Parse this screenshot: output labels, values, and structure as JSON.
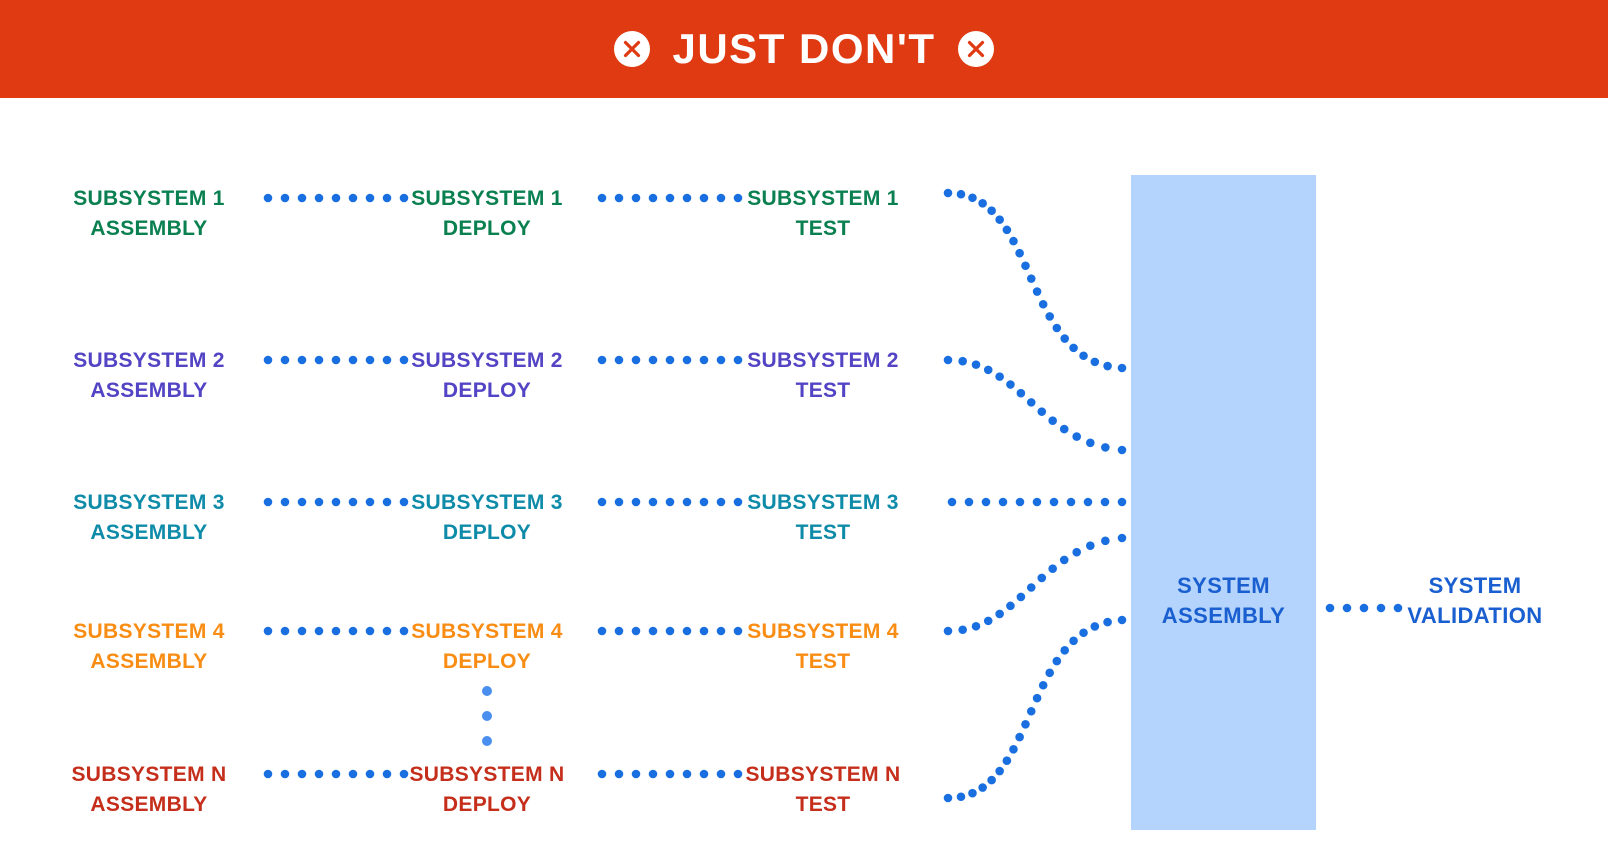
{
  "banner": {
    "title": "JUST DON'T",
    "left_icon": "circle-x-icon",
    "right_icon": "circle-x-icon",
    "background_color": "#e03a12",
    "text_color": "#ffffff"
  },
  "diagram": {
    "type": "flow-diagram",
    "connector_color": "#1a6fe0",
    "columns": [
      "ASSEMBLY",
      "DEPLOY",
      "TEST"
    ],
    "rows": [
      {
        "id": "subsystem-1",
        "color": "#0a8050",
        "stages": [
          {
            "line1": "SUBSYSTEM 1",
            "line2": "ASSEMBLY"
          },
          {
            "line1": "SUBSYSTEM 1",
            "line2": "DEPLOY"
          },
          {
            "line1": "SUBSYSTEM 1",
            "line2": "TEST"
          }
        ]
      },
      {
        "id": "subsystem-2",
        "color": "#5244c4",
        "stages": [
          {
            "line1": "SUBSYSTEM 2",
            "line2": "ASSEMBLY"
          },
          {
            "line1": "SUBSYSTEM 2",
            "line2": "DEPLOY"
          },
          {
            "line1": "SUBSYSTEM 2",
            "line2": "TEST"
          }
        ]
      },
      {
        "id": "subsystem-3",
        "color": "#0e8ba8",
        "stages": [
          {
            "line1": "SUBSYSTEM 3",
            "line2": "ASSEMBLY"
          },
          {
            "line1": "SUBSYSTEM 3",
            "line2": "DEPLOY"
          },
          {
            "line1": "SUBSYSTEM 3",
            "line2": "TEST"
          }
        ]
      },
      {
        "id": "subsystem-4",
        "color": "#f98d14",
        "stages": [
          {
            "line1": "SUBSYSTEM 4",
            "line2": "ASSEMBLY"
          },
          {
            "line1": "SUBSYSTEM 4",
            "line2": "DEPLOY"
          },
          {
            "line1": "SUBSYSTEM 4",
            "line2": "TEST"
          }
        ]
      },
      {
        "id": "subsystem-n",
        "color": "#c42e1a",
        "stages": [
          {
            "line1": "SUBSYSTEM N",
            "line2": "ASSEMBLY"
          },
          {
            "line1": "SUBSYSTEM N",
            "line2": "DEPLOY"
          },
          {
            "line1": "SUBSYSTEM N",
            "line2": "TEST"
          }
        ]
      }
    ],
    "ellipsis": {
      "dots": 3,
      "color": "#4a8ef0"
    },
    "system_assembly": {
      "line1": "SYSTEM",
      "line2": "ASSEMBLY",
      "band_color": "#b4d3fd",
      "text_color": "#1a5fd0"
    },
    "system_validation": {
      "line1": "SYSTEM",
      "line2": "VALIDATION",
      "text_color": "#1a5fd0"
    }
  }
}
